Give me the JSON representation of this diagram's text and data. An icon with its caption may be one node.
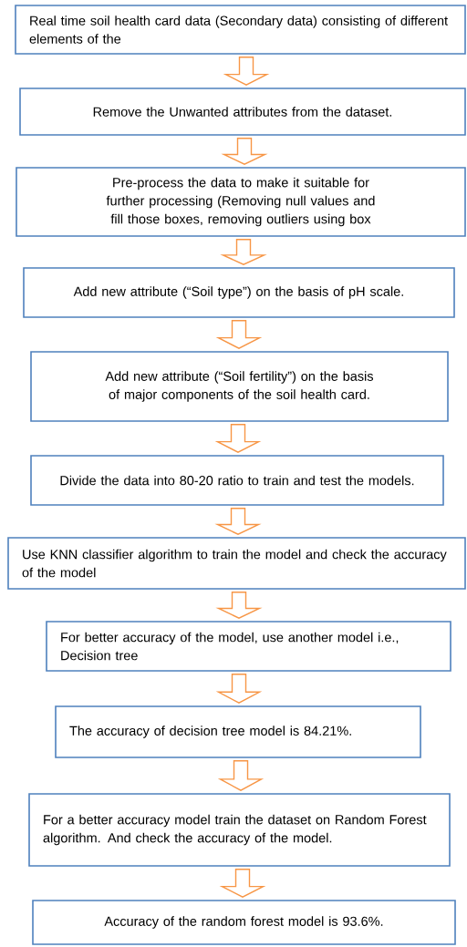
{
  "diagram": {
    "nodes": [
      {
        "text": [
          "Real time soil health card data (Secondary data) consisting of different elements of the"
        ]
      },
      {
        "text": [
          "Remove the Unwanted attributes from the dataset."
        ]
      },
      {
        "text": [
          "Pre-process the data to make it suitable for further processing (Removing null values and fill those boxes, removing outliers using box"
        ]
      },
      {
        "text": [
          "Add new attribute (“Soil type”) on the basis of pH scale."
        ]
      },
      {
        "text": [
          "Add new attribute (“Soil fertility”) on the basis of major components of the soil health card."
        ]
      },
      {
        "text": [
          "Divide the data into 80-20 ratio to train and test the models."
        ]
      },
      {
        "text": [
          "Use KNN classifier algorithm to train the model and check the accuracy of the model"
        ]
      },
      {
        "text": [
          "For better accuracy of the model, use another model i.e., Decision tree"
        ]
      },
      {
        "text": [
          "The accuracy of decision tree model is 84.21%."
        ]
      },
      {
        "text": [
          "For a better accuracy model train the dataset on Random Forest algorithm. And check the accuracy of the model."
        ]
      },
      {
        "text": [
          "Accuracy of the random forest model is 93.6%."
        ]
      }
    ],
    "edges": [
      {
        "from": 0,
        "to": 1,
        "arrow": "to"
      },
      {
        "from": 1,
        "to": 2,
        "arrow": "to"
      },
      {
        "from": 2,
        "to": 3,
        "arrow": "to"
      },
      {
        "from": 3,
        "to": 4,
        "arrow": "to"
      },
      {
        "from": 4,
        "to": 5,
        "arrow": "to"
      },
      {
        "from": 5,
        "to": 6,
        "arrow": "to"
      },
      {
        "from": 6,
        "to": 7,
        "arrow": "to"
      },
      {
        "from": 7,
        "to": 8,
        "arrow": "to"
      },
      {
        "from": 8,
        "to": 9,
        "arrow": "to"
      },
      {
        "from": 9,
        "to": 10,
        "arrow": "to"
      }
    ]
  }
}
